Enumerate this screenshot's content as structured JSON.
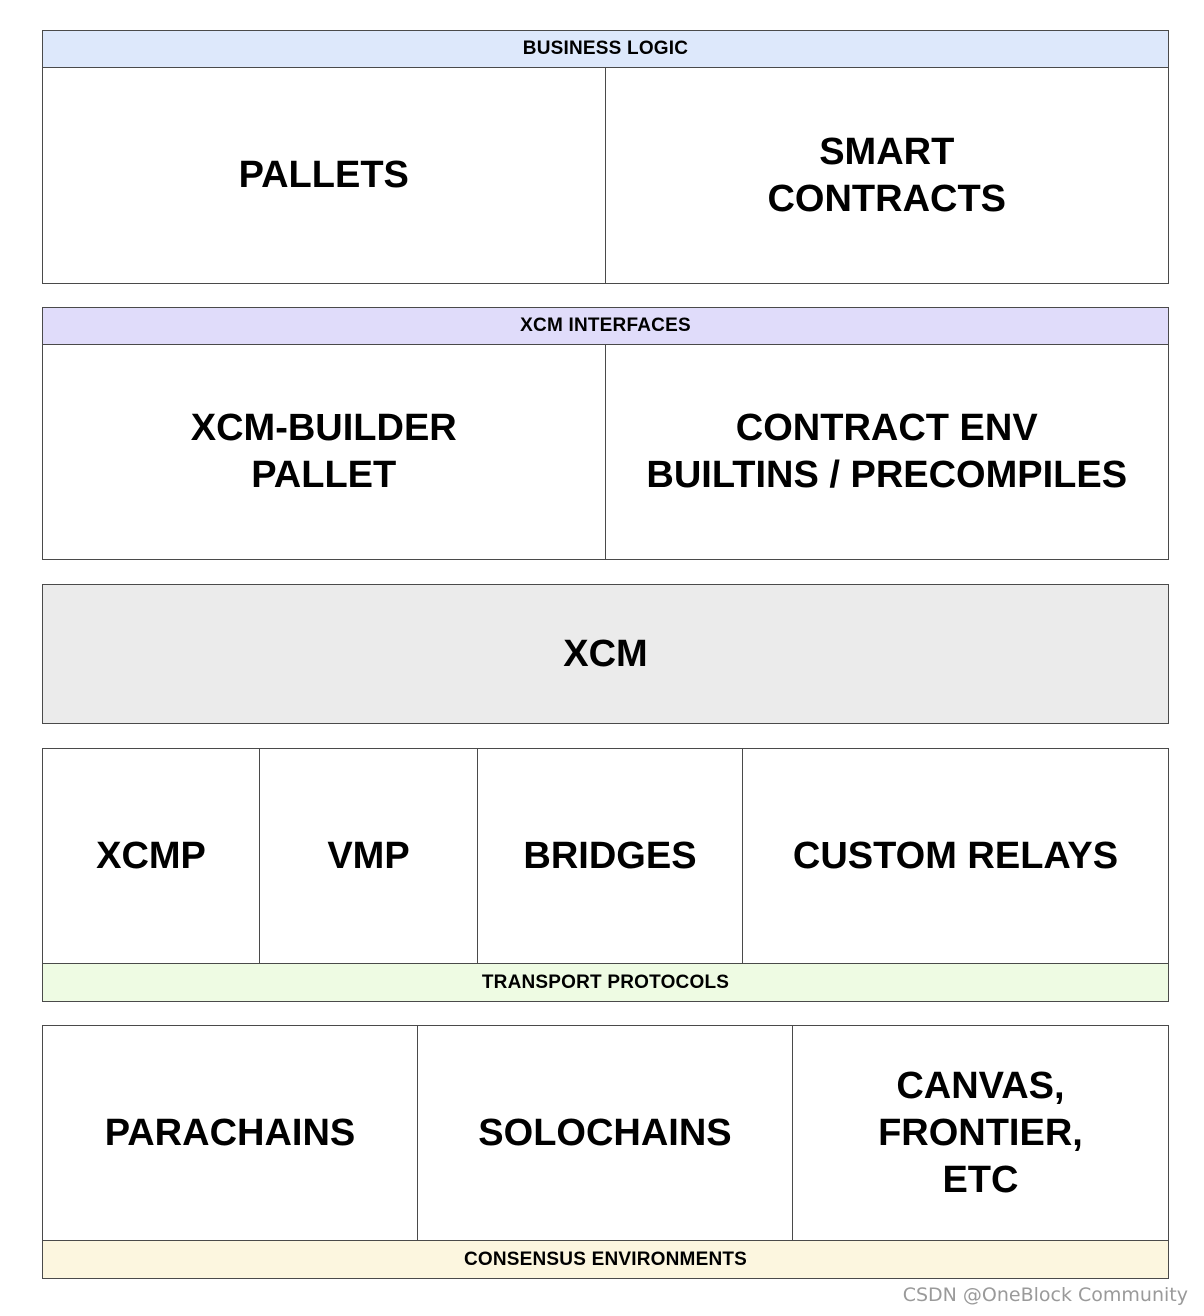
{
  "business_logic": {
    "header": "BUSINESS LOGIC",
    "cells": [
      "PALLETS",
      "SMART\nCONTRACTS"
    ],
    "header_color": "#dde8fb"
  },
  "xcm_interfaces": {
    "header": "XCM INTERFACES",
    "cells": [
      "XCM-BUILDER\nPALLET",
      "CONTRACT ENV\nBUILTINS / PRECOMPILES"
    ],
    "header_color": "#e0dcfa"
  },
  "xcm": {
    "label": "XCM",
    "color": "#ebebeb"
  },
  "transport_protocols": {
    "footer": "TRANSPORT PROTOCOLS",
    "cells": [
      "XCMP",
      "VMP",
      "BRIDGES",
      "CUSTOM RELAYS"
    ],
    "footer_color": "#eefbe3"
  },
  "consensus_environments": {
    "footer": "CONSENSUS ENVIRONMENTS",
    "cells": [
      "PARACHAINS",
      "SOLOCHAINS",
      "CANVAS,\nFRONTIER,\nETC"
    ],
    "footer_color": "#fcf6df"
  },
  "watermark": "CSDN @OneBlock Community"
}
